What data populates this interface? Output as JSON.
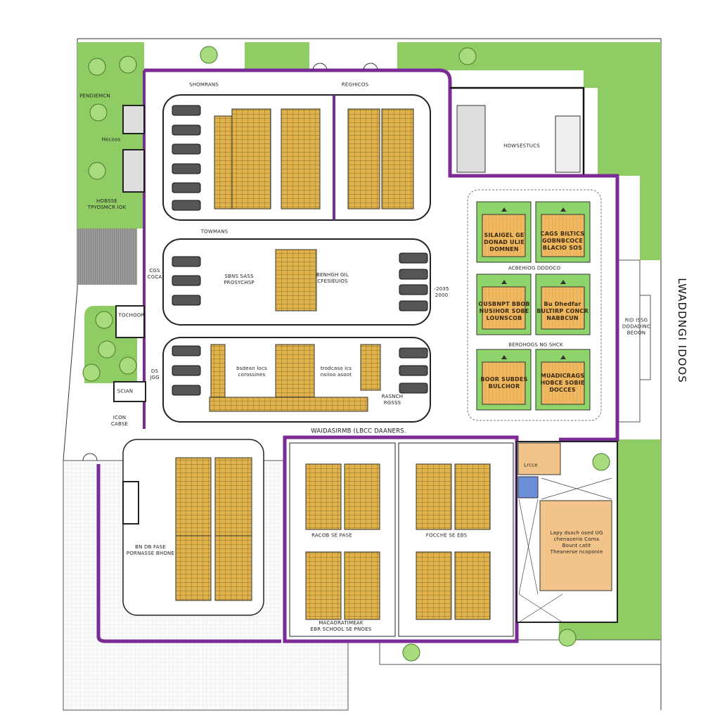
{
  "colors": {
    "wall": "#7b2b96",
    "lawn": "#8fcc63",
    "rack": "#e2b24a",
    "court_green": "#8fd46a",
    "court_floor": "#f0b860",
    "hatch": "#9a9a9a",
    "office": "#f2c48a"
  },
  "icons": [
    "tree-icon",
    "machine-icon",
    "door-swing-icon",
    "rack-icon"
  ],
  "labels": [
    "SHOMRANS",
    "REGHICOS",
    "PENDIEMCN",
    "Hecoos",
    "HOBSSE\nTPYOSMCR IOK",
    "TOWMANS",
    "CGS\nCGCA",
    "SBNS SASS\nPROSYCHSP",
    "BENHGH GIL\nCFESIEUIOS",
    "TOCHOOR",
    "DS\nJGG",
    "SCIAN",
    "bsdean locs\ncorossines",
    "trodcaso ics\nnsiioo asoot",
    "RASNCH\nRGSSS",
    "ICON\nCABSE",
    "WAIDASIRMB (LBCC DAANERS.",
    "HOWSESTUCS",
    "SILAIGEL GE\nDONAD ULIE\nDOMNEN",
    "CAGS BILTICS\nGOBNBCOCE\nBLACIO SOS",
    "ACBEHIOG DDDOCO",
    "OUSBNPT BBOB\nNUSIHOR SOBE\nLOUNSCOB",
    "Bu Dhedfar\nBULTIRP CONCR\nNABBCUN",
    "BERDHOGS NG SHCK",
    "BOOR SUBDES\nBULCHOR",
    "MUADICRAGS\nHOBCE SOBIE\nDOCCES",
    "-2035\n2000",
    "RID ISSG\nDODADINC\nBEOON",
    "LWADDNGI IDOOS",
    "BN DB FASE\nPORNASSE BHONE",
    "RACOB SE PASE",
    "FOCCHE SE EBS",
    "MACAORATIMEAK\nEBR SCHOOL SE PNOES",
    "Lapy dsach osed UG\nchenaoerio Coma\nBount catit\nTheanerse ncoponie",
    "Lrcce"
  ]
}
